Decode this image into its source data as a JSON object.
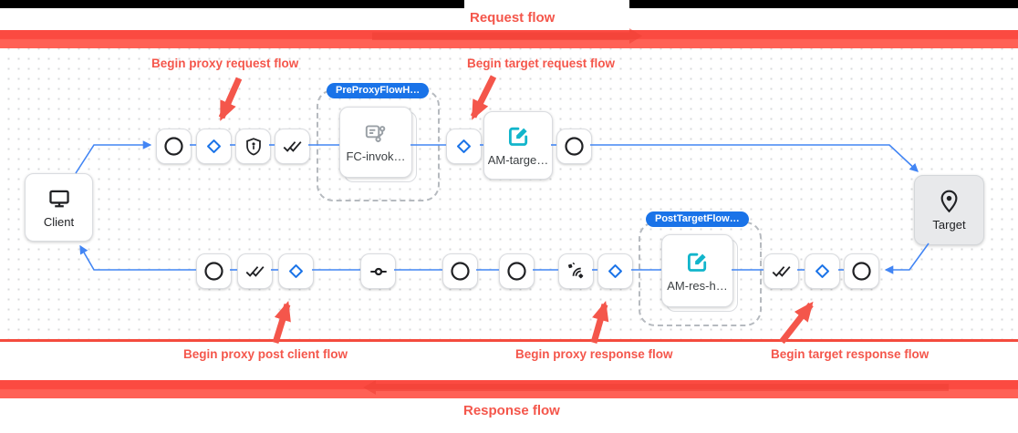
{
  "request_banner": {
    "label": "Request flow"
  },
  "response_banner": {
    "label": "Response flow"
  },
  "annotations": {
    "begin_proxy_request": "Begin proxy request flow",
    "begin_target_request": "Begin target request flow",
    "begin_proxy_post_client": "Begin proxy post client flow",
    "begin_proxy_response": "Begin proxy response flow",
    "begin_target_response": "Begin target response flow"
  },
  "endpoints": {
    "client_label": "Client",
    "target_label": "Target"
  },
  "flow_hooks": {
    "pre_proxy_badge": "PreProxyFlowH…",
    "post_target_badge": "PostTargetFlow…"
  },
  "policies": {
    "flow_callout_label": "FC-invok…",
    "assign_message_target_label": "AM-targe…",
    "assign_message_response_label": "AM-res-h…"
  },
  "request_flow_steps": [
    "circle-step",
    "flow-begin-diamond",
    "security-shield-step",
    "double-check-step",
    "flow-begin-diamond",
    "assign-message-policy",
    "circle-step"
  ],
  "response_flow_steps": [
    "circle-step",
    "double-check-step",
    "flow-begin-diamond",
    "commit-step",
    "circle-step",
    "circle-step",
    "sensors-step",
    "flow-begin-diamond",
    "assign-message-policy",
    "double-check-step",
    "flow-begin-diamond",
    "circle-step"
  ],
  "icons": {
    "step_circle": "circle-icon",
    "flow_begin": "diamond-icon",
    "security": "shield-keyhole-icon",
    "double_check": "double-check-icon",
    "commit": "commit-icon",
    "sensors": "sensors-icon",
    "client": "monitor-icon",
    "target": "location-pin-icon",
    "flow_callout": "flow-callout-icon",
    "assign_message": "edit-square-icon"
  },
  "colors": {
    "annotation_red": "#f4564b",
    "banner_red_top": "#fb4a41",
    "banner_red_bottom": "#ff6156",
    "flow_line_blue": "#4285f4",
    "diamond_blue": "#1a73e8",
    "badge_blue": "#1a73e8",
    "policy_teal": "#12b5cb",
    "icon_dark": "#202124",
    "icon_gray": "#9aa0a6"
  }
}
